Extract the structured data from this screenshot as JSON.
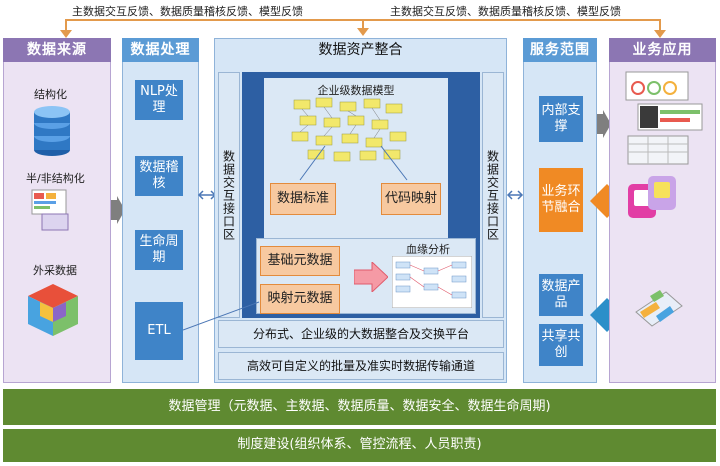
{
  "feedback": {
    "left": "主数据交互反馈、数据质量稽核反馈、模型反馈",
    "right": "主数据交互反馈、数据质量稽核反馈、模型反馈"
  },
  "columns": {
    "source": {
      "title": "数据来源",
      "items": [
        "结构化",
        "半/非结构化",
        "外采数据"
      ]
    },
    "processing": {
      "title": "数据处理",
      "items": [
        "NLP处理",
        "数据稽核",
        "生命周期",
        "ETL"
      ]
    },
    "integration": {
      "title": "数据资产整合",
      "left_interface": "数据交互接口区",
      "right_interface": "数据交互接口区",
      "model_label": "企业级数据模型",
      "data_standard": "数据标准",
      "code_mapping": "代码映射",
      "base_meta": "基础元数据",
      "mapping_meta": "映射元数据",
      "lineage": "血缘分析",
      "platform": "分布式、企业级的大数据整合及交换平台",
      "channel": "高效可自定义的批量及准实时数据传输通道"
    },
    "service": {
      "title": "服务范围",
      "items": [
        "内部支撑",
        "业务环节融合",
        "数据产品",
        "共享共创"
      ]
    },
    "application": {
      "title": "业务应用"
    }
  },
  "bottom": {
    "management": "数据管理（元数据、主数据、数据质量、数据安全、数据生命周期)",
    "institution": "制度建设(组织体系、管控流程、人员职责)"
  },
  "colors": {
    "lavender_bg": "#ece3f3",
    "purple_head": "#7e6aa6",
    "blue_head": "#4a8fd1",
    "blue_box": "#3b82c6",
    "green_bar": "#5f8a31",
    "orange_box": "#f08a24",
    "feedback_line": "#e39a4c"
  }
}
